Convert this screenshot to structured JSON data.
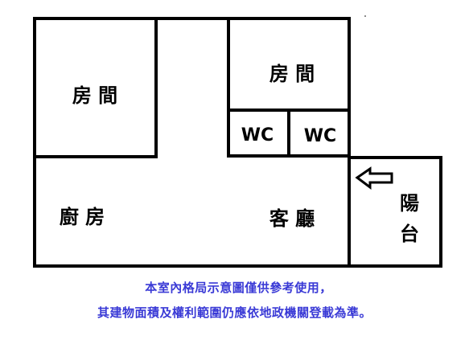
{
  "floor_plan": {
    "rooms": {
      "bedroom_left": "房 間",
      "bedroom_right": "房 間",
      "wc_left": "WC",
      "wc_right": "WC",
      "kitchen": "廚 房",
      "living_room": "客 廳",
      "balcony_line_1": "陽",
      "balcony_line_2": "台"
    },
    "entrance_arrow_icon": "left-arrow-icon"
  },
  "disclaimer": {
    "line_1": "本室內格局示意圖僅供參考使用，",
    "line_2": "其建物面積及權利範圍仍應依地政機關登載為準。"
  },
  "colors": {
    "walls": "#000000",
    "disclaimer_text": "#3a3ad6"
  }
}
